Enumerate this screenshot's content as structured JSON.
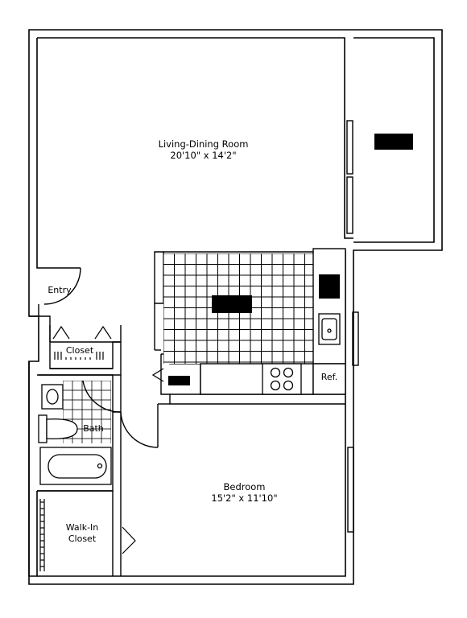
{
  "rooms": {
    "living": {
      "name": "Living-Dining Room",
      "dims": "20'10\" x 14'2\""
    },
    "bedroom": {
      "name": "Bedroom",
      "dims": "15'2\" x 11'10\""
    },
    "entry": {
      "name": "Entry"
    },
    "closet": {
      "name": "Closet"
    },
    "bath": {
      "name": "Bath"
    },
    "walkin": {
      "line1": "Walk-In",
      "line2": "Closet"
    },
    "ref": {
      "name": "Ref."
    }
  }
}
